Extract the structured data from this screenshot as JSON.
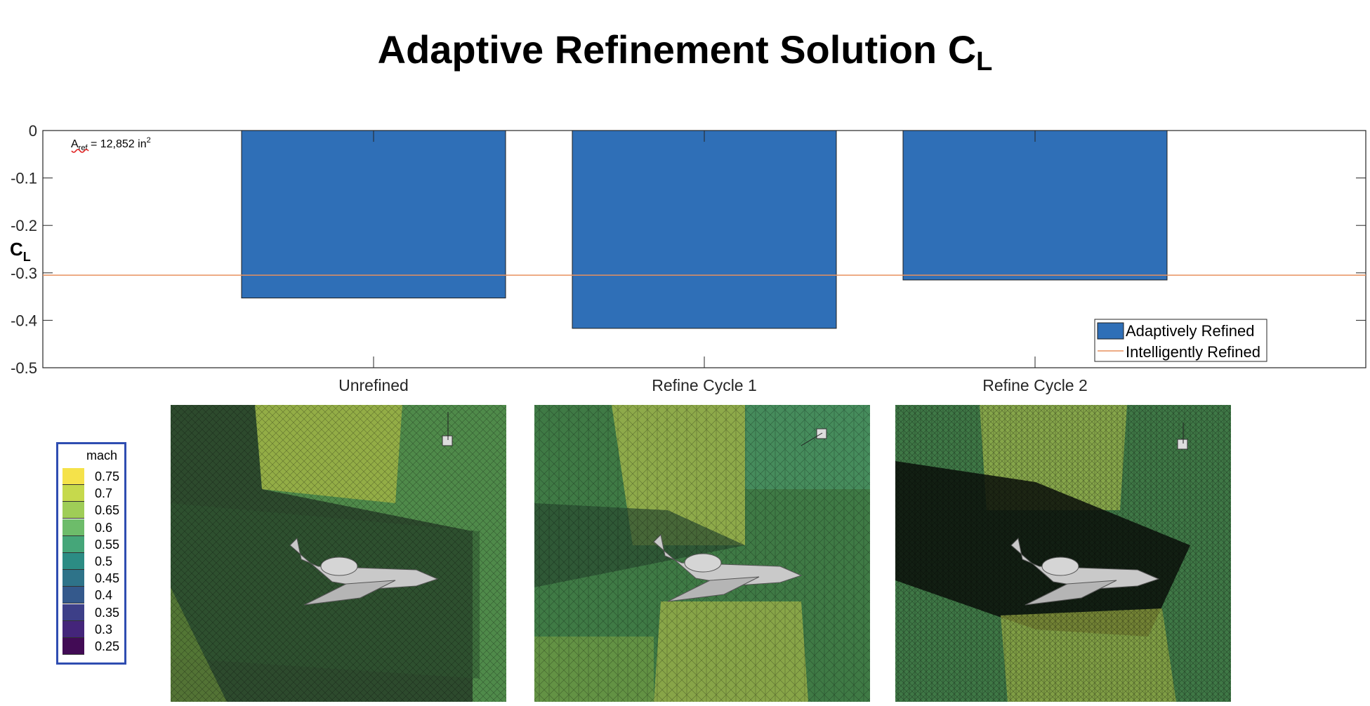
{
  "page": {
    "title_main": "Adaptive Refinement Solution C",
    "title_sub": "L"
  },
  "chart_data": {
    "type": "bar",
    "categories": [
      "Unrefined",
      "Refine Cycle 1",
      "Refine Cycle 2"
    ],
    "series": [
      {
        "name": "Adaptively Refined",
        "values": [
          -0.353,
          -0.417,
          -0.315
        ],
        "color": "#2f6fb7"
      }
    ],
    "reference_line": {
      "name": "Intelligently Refined",
      "value": -0.305,
      "color": "#e8915e"
    },
    "ylim": [
      -0.5,
      0
    ],
    "yticks": [
      0,
      -0.1,
      -0.2,
      -0.3,
      -0.4,
      -0.5
    ],
    "ytick_labels": [
      "0",
      "-0.1",
      "-0.2",
      "-0.3",
      "-0.4",
      "-0.5"
    ],
    "ylabel_main": "C",
    "ylabel_sub": "L",
    "annotation": {
      "a": "A",
      "sub": "ref",
      "text": " = 12,852 in",
      "sup": "2"
    },
    "legend_position": "bottom-right",
    "grid": false
  },
  "colorbar": {
    "title": "mach",
    "levels": [
      {
        "label": "0.75",
        "color": "#f5e24a"
      },
      {
        "label": "0.7",
        "color": "#c6d94c"
      },
      {
        "label": "0.65",
        "color": "#9fcd57"
      },
      {
        "label": "0.6",
        "color": "#6dbc6a"
      },
      {
        "label": "0.55",
        "color": "#45a679"
      },
      {
        "label": "0.5",
        "color": "#2c8c84"
      },
      {
        "label": "0.45",
        "color": "#2e7389"
      },
      {
        "label": "0.4",
        "color": "#34598c"
      },
      {
        "label": "0.35",
        "color": "#3d3f88"
      },
      {
        "label": "0.3",
        "color": "#44257a"
      },
      {
        "label": "0.25",
        "color": "#420b55"
      }
    ]
  },
  "panels": [
    {
      "name": "Unrefined"
    },
    {
      "name": "Refine Cycle 1"
    },
    {
      "name": "Refine Cycle 2"
    }
  ]
}
